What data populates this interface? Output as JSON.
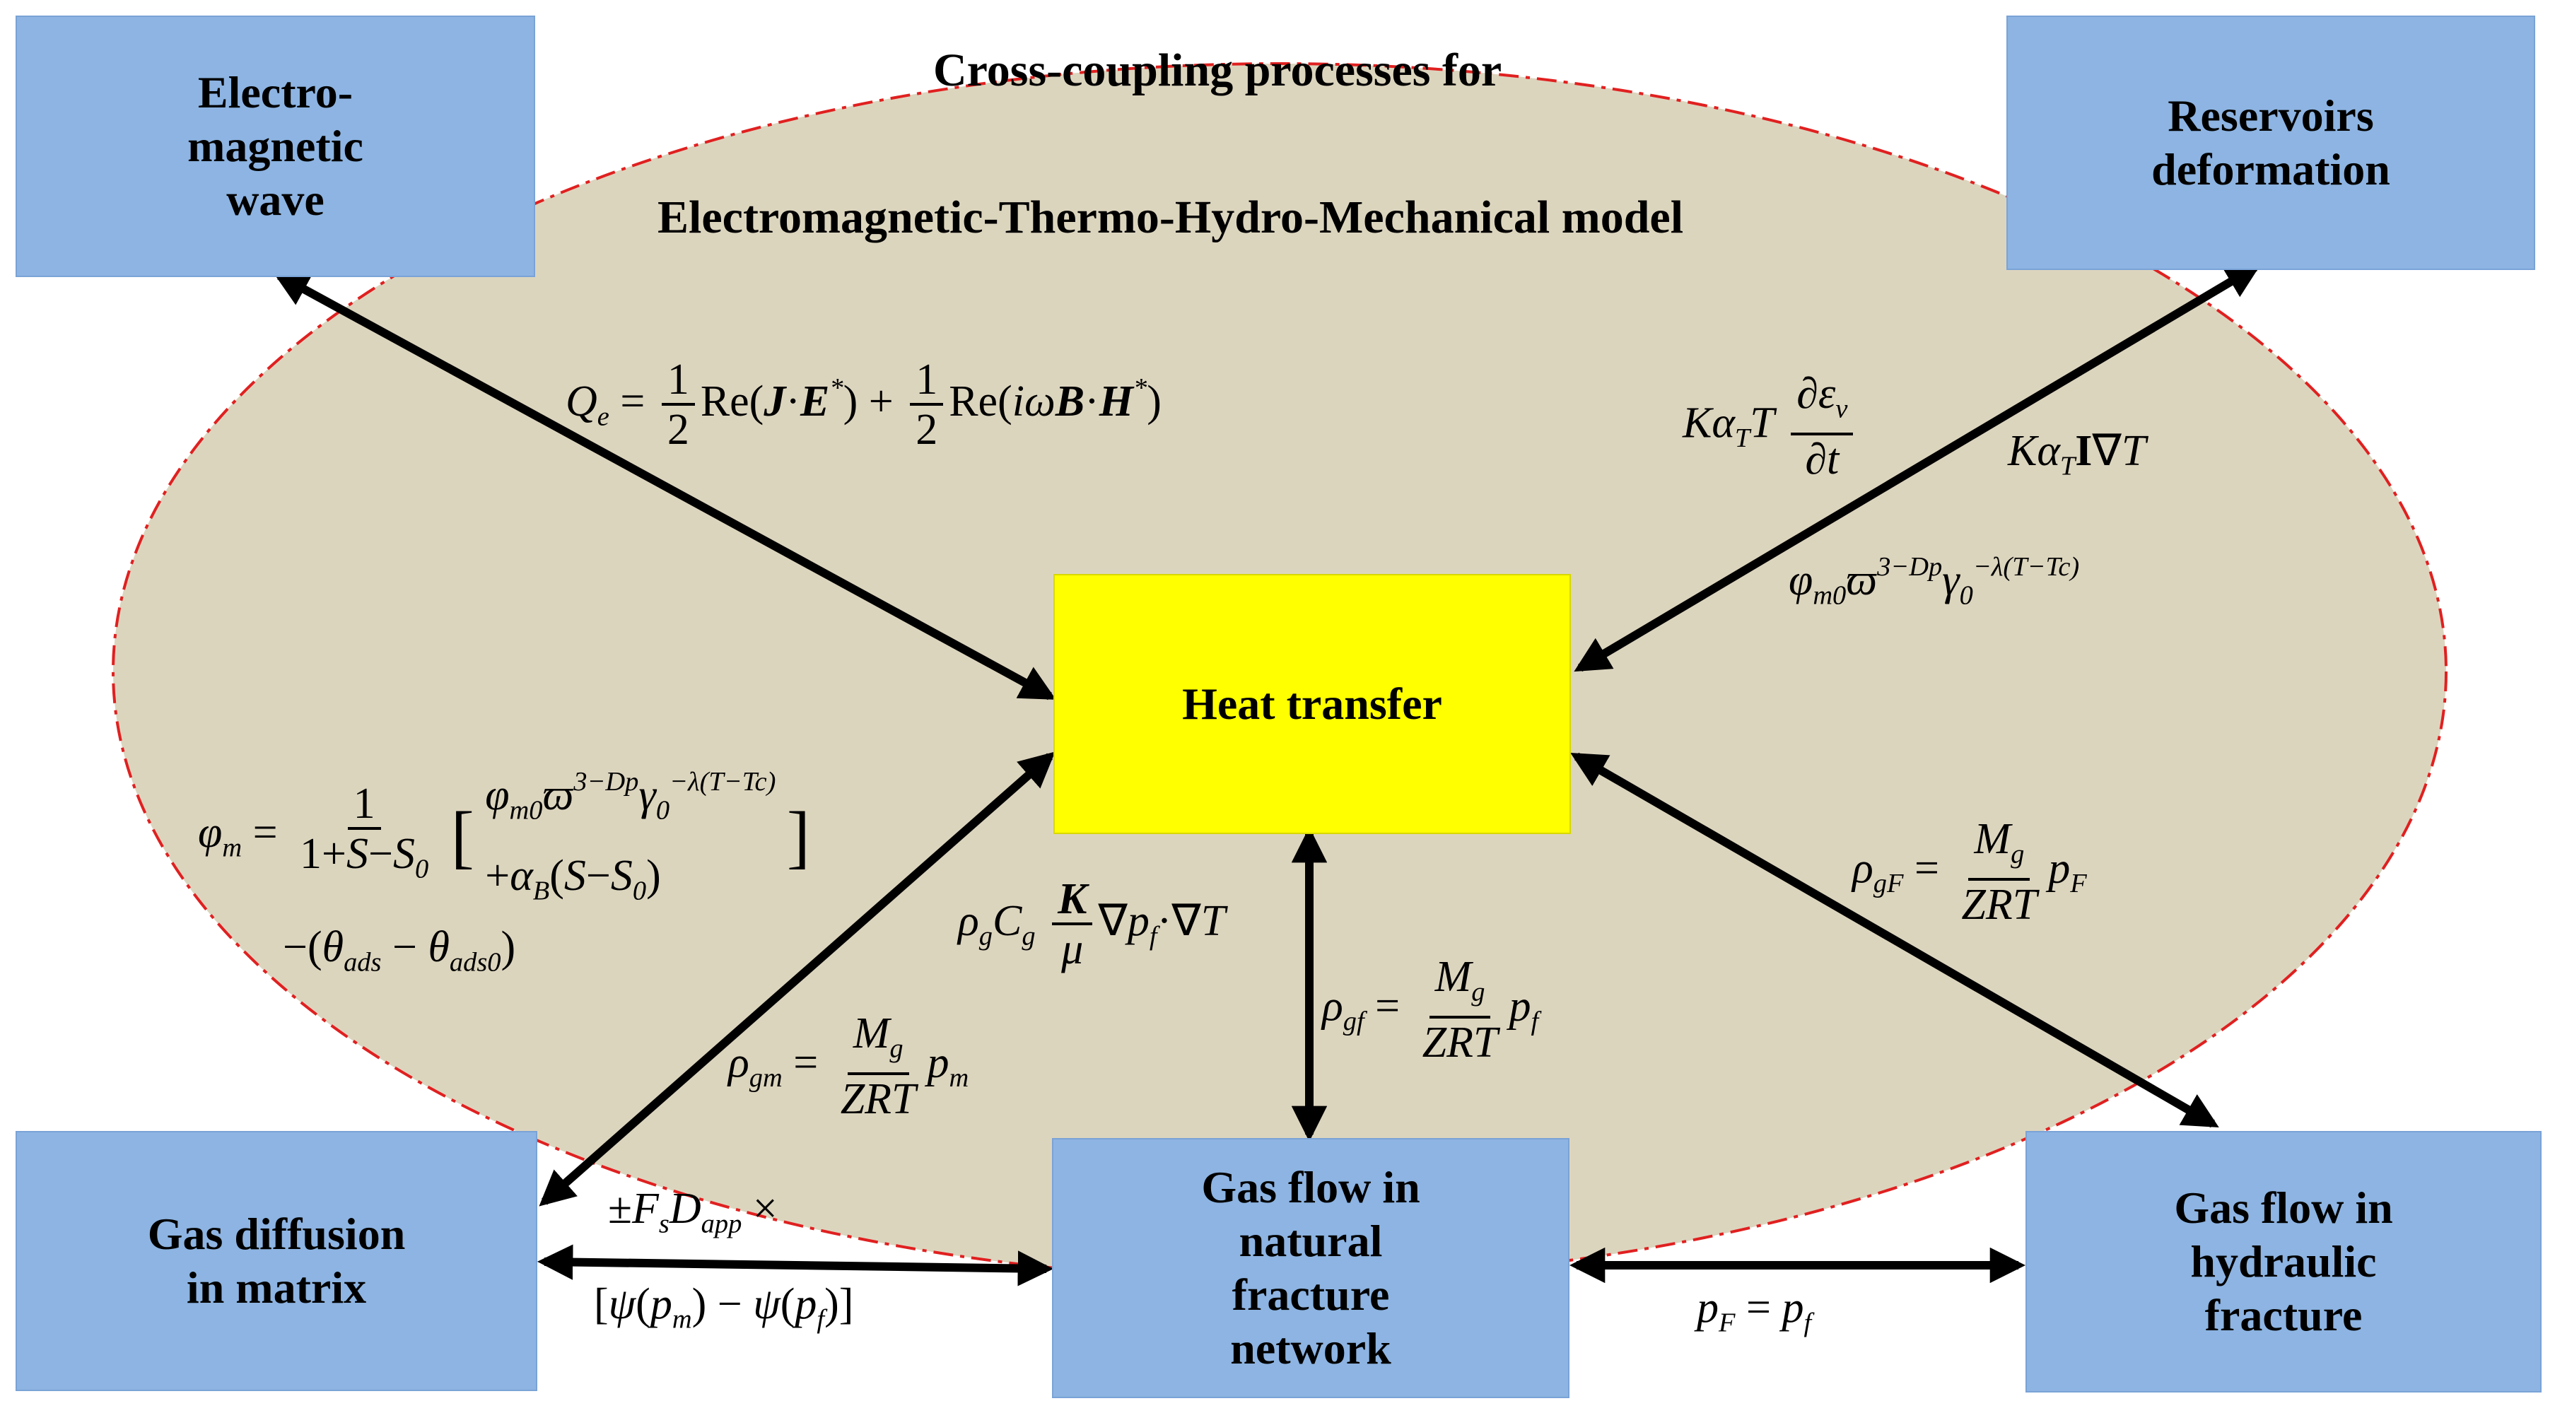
{
  "title": {
    "line1": "Cross-coupling processes for",
    "line2": "Electromagnetic-Thermo-Hydro-Mechanical model"
  },
  "boxes": {
    "electromagnetic": "Electro-\nmagnetic\nwave",
    "reservoir": "Reservoirs\ndeformation",
    "heat": "Heat transfer",
    "gas_diffusion": "Gas diffusion\nin matrix",
    "natural_fracture": "Gas flow in\nnatural\nfracture\nnetwork",
    "hydraulic_fracture": "Gas flow in\nhydraulic\nfracture"
  },
  "colors": {
    "ellipse_fill": "#dcd5be",
    "ellipse_border": "#e02020",
    "box_fill": "#8db4e2",
    "heat_fill": "#ffff00",
    "arrow": "#000000"
  }
}
